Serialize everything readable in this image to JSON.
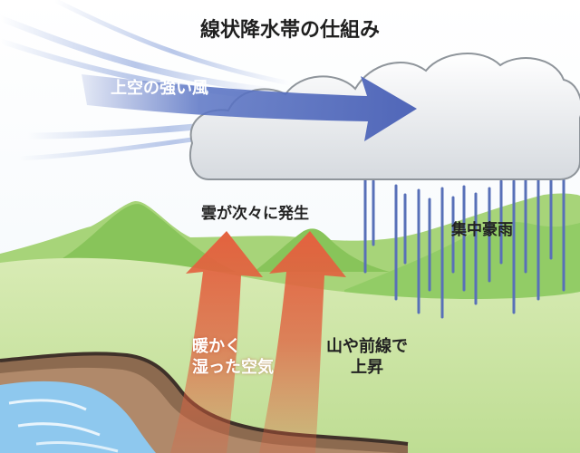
{
  "title": "線状降水帯の仕組み",
  "labels": {
    "wind": "上空の強い風",
    "clouds": "雲が次々に発生",
    "rain": "集中豪雨",
    "moist_air_line1": "暖かく",
    "moist_air_line2": "湿った空気",
    "lift_line1": "山や前線で",
    "lift_line2": "上昇"
  },
  "colors": {
    "wind_arrow": "#5a74c4",
    "updraft_arrow": "#e0603f",
    "rain": "#5870b8",
    "hills": "#9ecf70",
    "plain": "#cfe6a6",
    "cloud": "#f2f2f2",
    "water": "#8ec8ee"
  }
}
